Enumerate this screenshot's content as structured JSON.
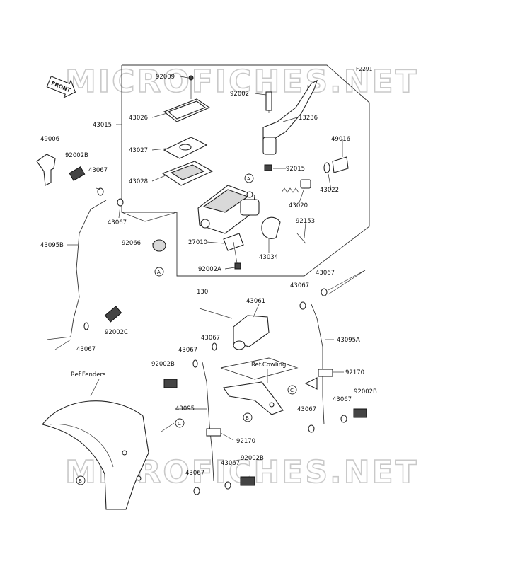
{
  "diagram": {
    "figure_code": "F2291",
    "watermark": "MICROFICHES.NET",
    "front_label": "FRONT",
    "ref_labels": {
      "fenders": "Ref.Fenders",
      "cowling": "Ref.Cowling"
    },
    "connectors": [
      "A",
      "B",
      "C"
    ],
    "parts": {
      "p92009": "92009",
      "p92002_top": "92002",
      "p13236": "13236",
      "p43026": "43026",
      "p43015": "43015",
      "p43027": "43027",
      "p43028": "43028",
      "p49006": "49006",
      "p92002B_left": "92002B",
      "p43067_a": "43067",
      "p43067_b": "43067",
      "p49016": "49016",
      "p92015": "92015",
      "p43022": "43022",
      "p43020": "43020",
      "p92153": "92153",
      "p92066": "92066",
      "p27010": "27010",
      "p43034": "43034",
      "p92002A": "92002A",
      "p43095B": "43095B",
      "p130": "130",
      "p43061": "43061",
      "p43067_c": "43067",
      "p43067_d": "43067",
      "p92002C": "92002C",
      "p43067_e": "43067",
      "p43067_f": "43067",
      "p43067_g": "43067",
      "p92002B_mid": "92002B",
      "p43095A": "43095A",
      "p92170_right": "92170",
      "p43095": "43095",
      "p92170_mid": "92170",
      "p43067_h": "43067",
      "p43067_i": "43067",
      "p92002B_right": "92002B",
      "p43067_j": "43067",
      "p43067_k": "43067",
      "p92002B_bottom": "92002B"
    }
  }
}
